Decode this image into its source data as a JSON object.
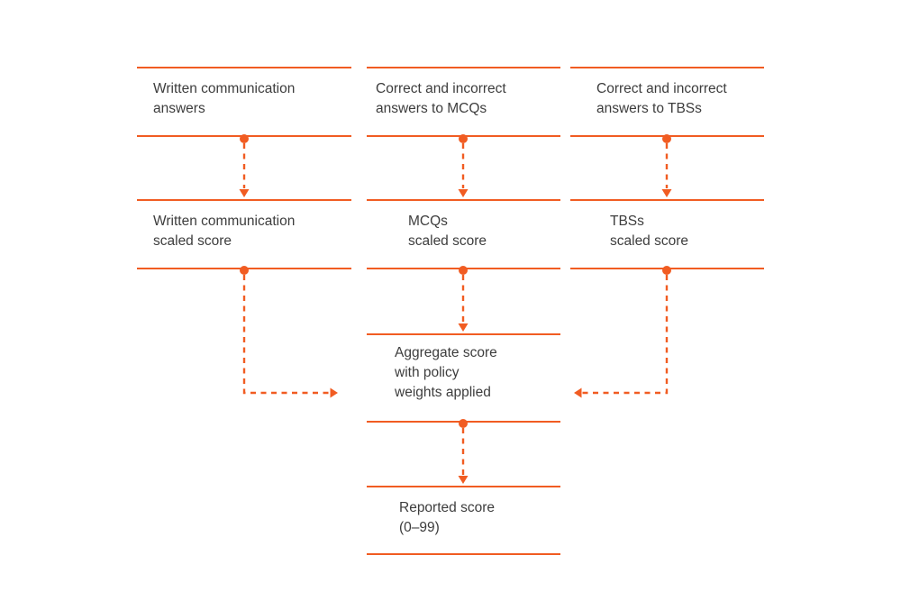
{
  "diagram": {
    "colors": {
      "accent": "#F15C22",
      "text": "#3D3D3D"
    },
    "nodes": {
      "wc_answers": {
        "label": "Written communication\nanswers"
      },
      "mcq_answers": {
        "label": "Correct and incorrect\nanswers to MCQs"
      },
      "tbs_answers": {
        "label": "Correct and incorrect\nanswers to TBSs"
      },
      "wc_scaled": {
        "label": "Written communication\nscaled score"
      },
      "mcq_scaled": {
        "label": "MCQs\nscaled score"
      },
      "tbs_scaled": {
        "label": "TBSs\nscaled score"
      },
      "aggregate": {
        "label": "Aggregate score\nwith policy\nweights applied"
      },
      "reported": {
        "label": "Reported score\n(0–99)"
      }
    },
    "flows": [
      {
        "from": "wc_answers",
        "to": "wc_scaled",
        "style": "dashed-arrow"
      },
      {
        "from": "mcq_answers",
        "to": "mcq_scaled",
        "style": "dashed-arrow"
      },
      {
        "from": "tbs_answers",
        "to": "tbs_scaled",
        "style": "dashed-arrow"
      },
      {
        "from": "wc_scaled",
        "to": "aggregate",
        "style": "dashed-arrow"
      },
      {
        "from": "mcq_scaled",
        "to": "aggregate",
        "style": "dashed-arrow"
      },
      {
        "from": "tbs_scaled",
        "to": "aggregate",
        "style": "dashed-arrow"
      },
      {
        "from": "aggregate",
        "to": "reported",
        "style": "dashed-arrow"
      }
    ]
  }
}
